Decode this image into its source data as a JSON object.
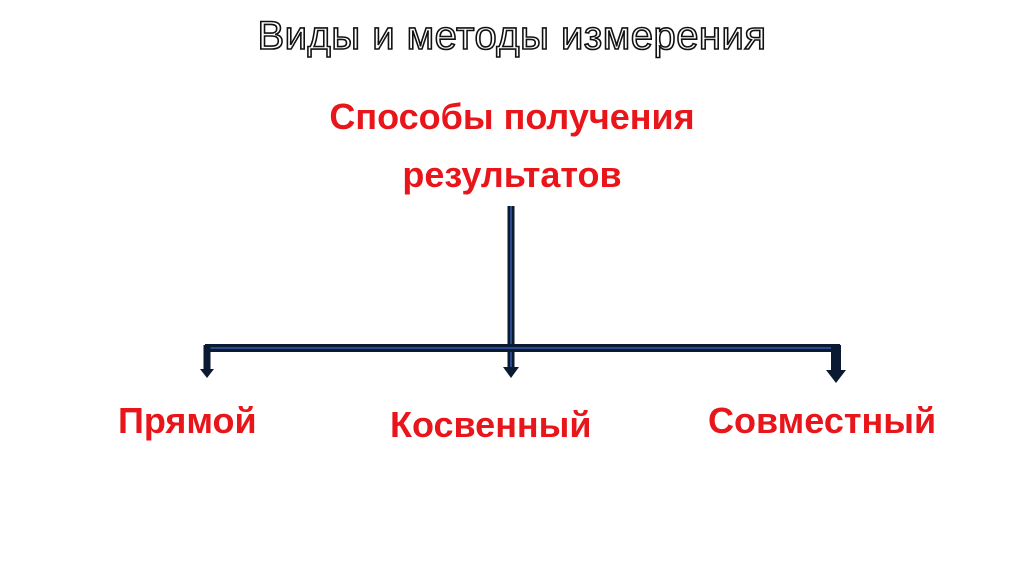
{
  "slide": {
    "title": "Виды и методы измерения",
    "root": {
      "line1": "Способы получения",
      "line2": "результатов"
    },
    "children": [
      {
        "label": "Прямой"
      },
      {
        "label": "Косвенный"
      },
      {
        "label": "Совместный"
      }
    ]
  },
  "colors": {
    "accent": "#e8151b",
    "connector": "#0b1a33",
    "title_outline": "#111111",
    "background": "#ffffff"
  }
}
